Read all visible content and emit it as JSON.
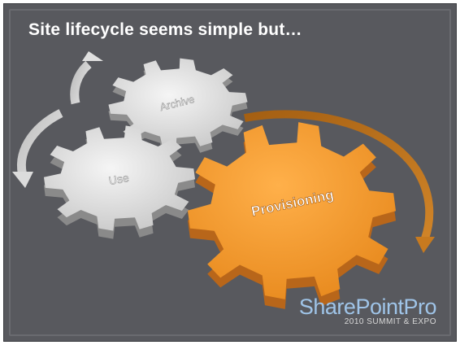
{
  "slide": {
    "title": "Site lifecycle seems simple but…"
  },
  "diagram": {
    "gears": [
      {
        "label": "Archive"
      },
      {
        "label": "Use"
      },
      {
        "label": "Provisioning"
      }
    ],
    "colors": {
      "gray_gear": "#e6e6e6",
      "orange_gear": "#f4a23a",
      "arrow_gray": "#d0d0d0",
      "arrow_orange": "#c97a1e",
      "background": "#58595e"
    }
  },
  "branding": {
    "logo_name": "SharePointPro",
    "logo_subtitle": "2010 SUMMIT & EXPO"
  }
}
